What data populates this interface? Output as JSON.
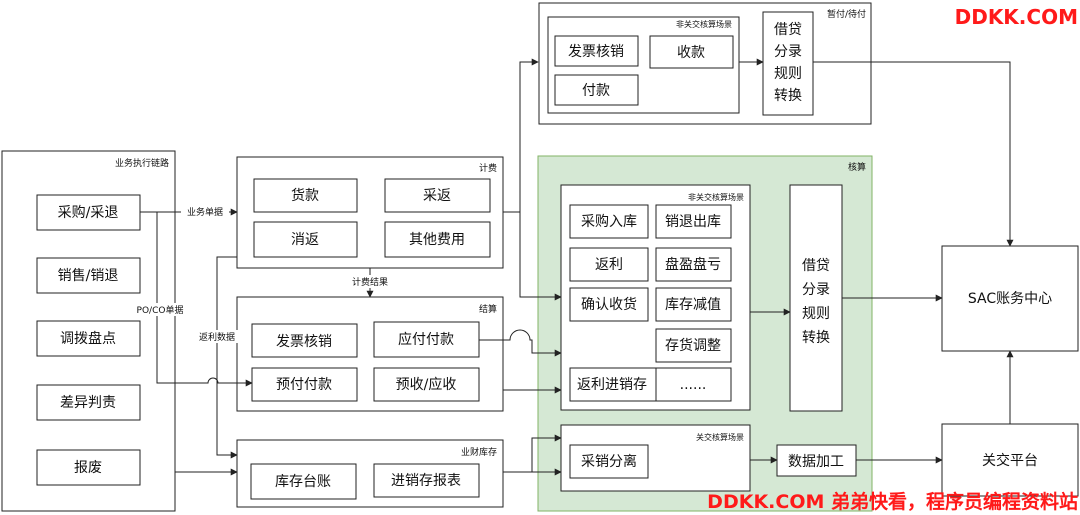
{
  "watermark_top": "DDKK.COM",
  "watermark_bottom": "DDKK.COM 弟弟快看，程序员编程资料站",
  "colors": {
    "accounting_fill": "#d5e8d4",
    "line": "#222222",
    "watermark": "#ff1a1a"
  },
  "exec_chain": {
    "title": "业务执行链路",
    "items": [
      "采购/采退",
      "销售/销退",
      "调拨盘点",
      "差异判责",
      "报废"
    ]
  },
  "billing": {
    "title": "计费",
    "items": [
      "货款",
      "采返",
      "消返",
      "其他费用"
    ]
  },
  "settlement": {
    "title": "结算",
    "items": [
      "发票核销",
      "应付付款",
      "预付付款",
      "预收/应收"
    ]
  },
  "inventory": {
    "title": "业财库存",
    "items": [
      "库存台账",
      "进销存报表"
    ]
  },
  "flow_labels": {
    "business_docs": "业务单据",
    "po_co": "PO/CO单据",
    "rebate_data": "返利数据",
    "billing_result": "计费结果"
  },
  "top_scene": {
    "title": "非关交核算场景",
    "items": [
      "发票核销",
      "收款",
      "付款"
    ],
    "rule_title": "借贷分录规则转换",
    "temp_label": "暂付/待付"
  },
  "accounting": {
    "title": "核算",
    "nonrel_title": "非关交核算场景",
    "nonrel_items": [
      "采购入库",
      "销退出库",
      "返利",
      "盘盈盘亏",
      "确认收货",
      "库存减值",
      "存货调整",
      "返利进销存",
      "......"
    ],
    "rule_title": "借贷分录规则转换",
    "rel_title": "关交核算场景",
    "rel_items": [
      "采销分离"
    ],
    "data_proc": "数据加工"
  },
  "sac_center": "SAC账务中心",
  "related_platform": "关交平台"
}
